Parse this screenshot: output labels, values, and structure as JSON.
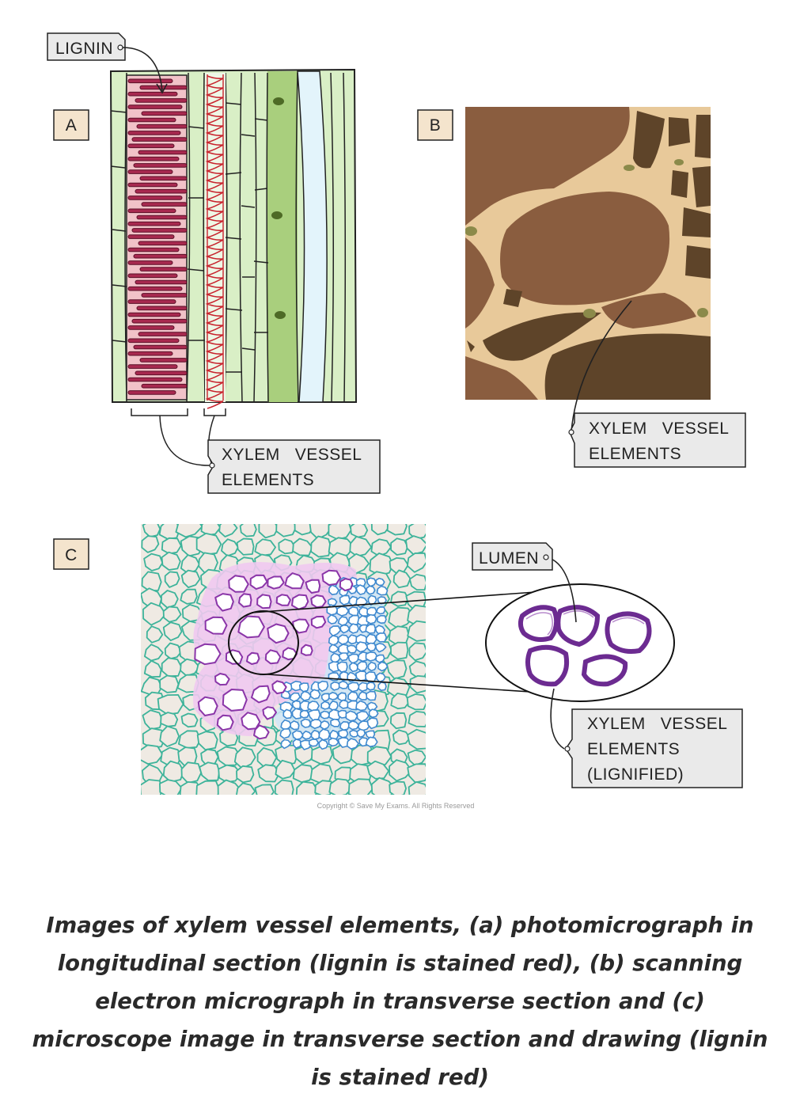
{
  "panels": {
    "a": {
      "letter": "A"
    },
    "b": {
      "letter": "B"
    },
    "c": {
      "letter": "C"
    }
  },
  "labels": {
    "lignin": "LIGNIN",
    "xylem_a": {
      "line1": "XYLEM   VESSEL",
      "line2": "ELEMENTS"
    },
    "xylem_b": {
      "line1": "XYLEM   VESSEL",
      "line2": "ELEMENTS"
    },
    "lumen": "LUMEN",
    "xylem_c": {
      "line1": "XYLEM   VESSEL",
      "line2": "ELEMENTS",
      "line3": "(LIGNIFIED)"
    }
  },
  "copyright": "Copyright © Save My Exams. All Rights Reserved",
  "caption": "Images of xylem vessel elements, (a) photomicrograph in longitudinal section (lignin is stained red), (b) scanning electron micrograph in transverse section and (c) microscope image in transverse section and drawing (lignin is stained red)",
  "colors": {
    "cell_green": "#d8eec4",
    "lignin_red": "#a8294f",
    "sem_dark": "#5e4429",
    "sem_brown": "#8a5d3f",
    "sem_light": "#e8c99a",
    "cell_teal": "#3db39a",
    "cell_purple": "#8a35a8",
    "cell_blue": "#3f89cf"
  }
}
